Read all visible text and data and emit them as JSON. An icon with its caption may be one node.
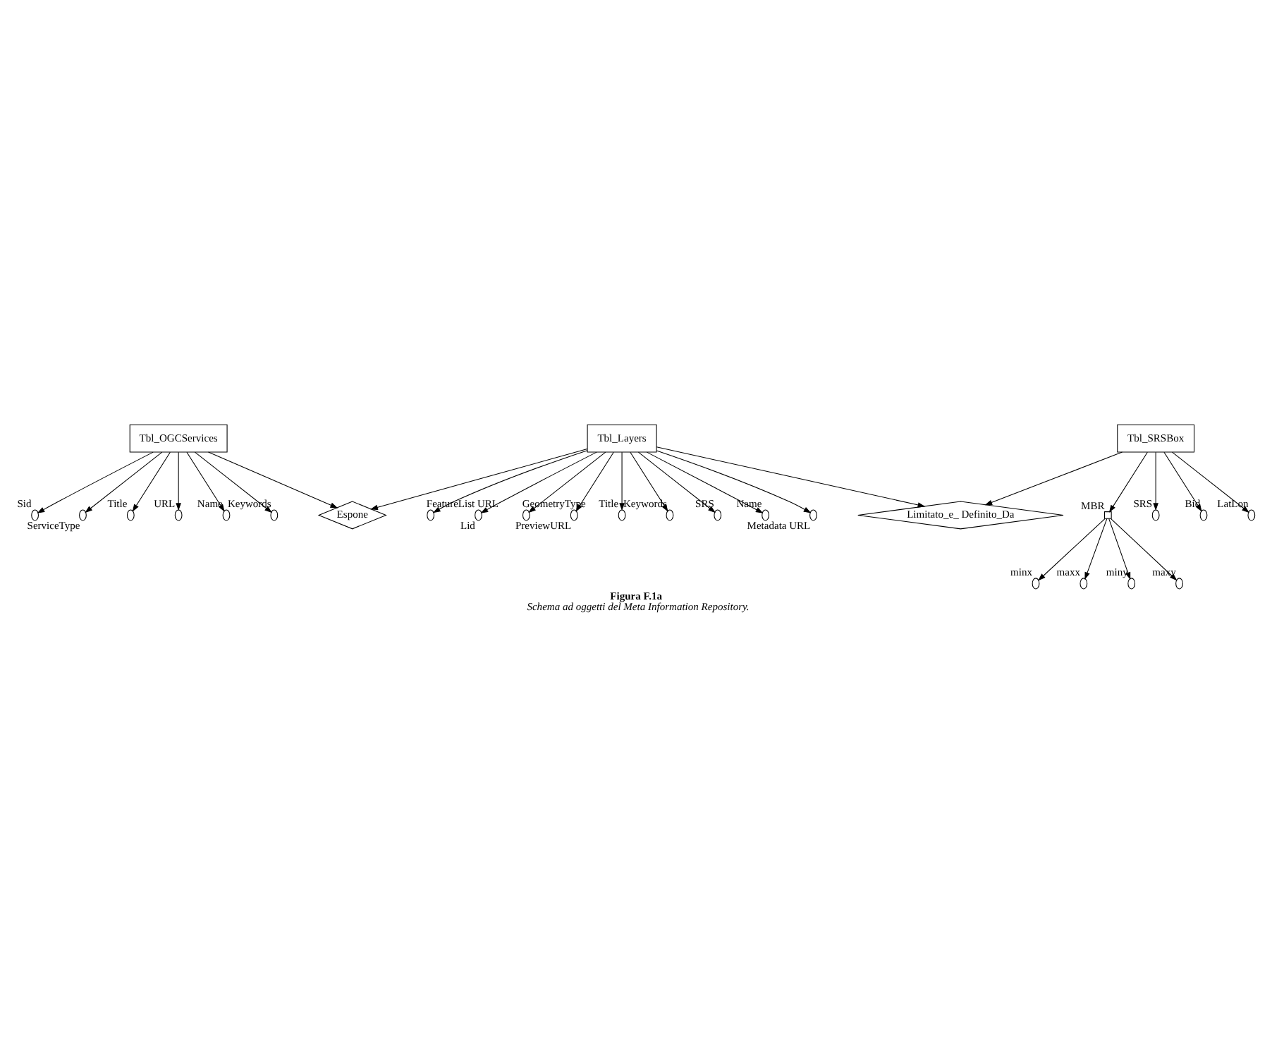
{
  "diagram": {
    "title": "Figura F.1a",
    "caption": "Schema ad oggetti del Meta Information Repository.",
    "nodes": [
      {
        "text": [
          "Tbl_OGCServices"
        ]
      },
      {
        "text": [],
        "shape": "ellipse",
        "beside": [
          "Sid"
        ]
      },
      {
        "text": [],
        "shape": "ellipse",
        "beside": [
          "ServiceType"
        ]
      },
      {
        "text": [],
        "shape": "ellipse",
        "beside": [
          "Title"
        ]
      },
      {
        "text": [],
        "shape": "ellipse",
        "beside": [
          "URL"
        ]
      },
      {
        "text": [],
        "shape": "ellipse",
        "beside": [
          "Name"
        ]
      },
      {
        "text": [],
        "shape": "ellipse",
        "beside": [
          "Keywords"
        ]
      },
      {
        "text": [
          "Espone"
        ]
      },
      {
        "text": [
          "Tbl_Layers"
        ]
      },
      {
        "text": [],
        "shape": "ellipse",
        "beside": [
          "FeatureList URL"
        ]
      },
      {
        "text": [],
        "shape": "ellipse",
        "beside": [
          "Lid"
        ]
      },
      {
        "text": [],
        "shape": "ellipse",
        "beside": [
          "GeometryType"
        ]
      },
      {
        "text": [],
        "shape": "ellipse",
        "beside": [
          "PreviewURL"
        ]
      },
      {
        "text": [],
        "shape": "ellipse",
        "beside": [
          "Title"
        ]
      },
      {
        "text": [],
        "shape": "ellipse",
        "beside": [
          "Keywords"
        ]
      },
      {
        "text": [],
        "shape": "ellipse",
        "beside": [
          "SRS"
        ]
      },
      {
        "text": [],
        "shape": "ellipse",
        "beside": [
          "Name"
        ]
      },
      {
        "text": [],
        "shape": "ellipse",
        "beside": [
          "Metadata URL"
        ]
      },
      {
        "text": [
          "Limitato_e_ Definito_Da"
        ]
      },
      {
        "text": [],
        "shape": "box",
        "beside": [
          "MBR"
        ]
      },
      {
        "text": [],
        "shape": "ellipse",
        "beside": [
          "minx"
        ]
      },
      {
        "text": [],
        "shape": "ellipse",
        "beside": [
          "maxx"
        ]
      },
      {
        "text": [],
        "shape": "ellipse",
        "beside": [
          "miny"
        ]
      },
      {
        "text": [],
        "shape": "ellipse",
        "beside": [
          "maxy"
        ]
      },
      {
        "text": [
          "Tbl_SRSBox"
        ]
      },
      {
        "text": [],
        "shape": "ellipse",
        "beside": [
          "SRS"
        ]
      },
      {
        "text": [],
        "shape": "ellipse",
        "beside": [
          "Bid"
        ]
      },
      {
        "text": [],
        "shape": "ellipse",
        "beside": [
          "LatLon"
        ]
      }
    ],
    "edges": [
      {
        "from": 0,
        "to": 1,
        "arrow": "to"
      },
      {
        "from": 0,
        "to": 2,
        "arrow": "to"
      },
      {
        "from": 0,
        "to": 3,
        "arrow": "to"
      },
      {
        "from": 0,
        "to": 4,
        "arrow": "to"
      },
      {
        "from": 0,
        "to": 5,
        "arrow": "to"
      },
      {
        "from": 0,
        "to": 6,
        "arrow": "to"
      },
      {
        "from": 0,
        "to": 7,
        "arrow": "to"
      },
      {
        "from": 8,
        "to": 7,
        "arrow": "to"
      },
      {
        "from": 8,
        "to": 9,
        "arrow": "to"
      },
      {
        "from": 8,
        "to": 10,
        "arrow": "to"
      },
      {
        "from": 8,
        "to": 11,
        "arrow": "to"
      },
      {
        "from": 8,
        "to": 12,
        "arrow": "to"
      },
      {
        "from": 8,
        "to": 13,
        "arrow": "to"
      },
      {
        "from": 8,
        "to": 14,
        "arrow": "to"
      },
      {
        "from": 8,
        "to": 15,
        "arrow": "to"
      },
      {
        "from": 8,
        "to": 16,
        "arrow": "to"
      },
      {
        "from": 8,
        "to": 17,
        "arrow": "to"
      },
      {
        "from": 8,
        "to": 18,
        "arrow": "to"
      },
      {
        "from": 24,
        "to": 18,
        "arrow": "to"
      },
      {
        "from": 24,
        "to": 19,
        "arrow": "to"
      },
      {
        "from": 19,
        "to": 20,
        "arrow": "to"
      },
      {
        "from": 19,
        "to": 21,
        "arrow": "to"
      },
      {
        "from": 19,
        "to": 22,
        "arrow": "to"
      },
      {
        "from": 19,
        "to": 23,
        "arrow": "to"
      },
      {
        "from": 24,
        "to": 25,
        "arrow": "to"
      },
      {
        "from": 24,
        "to": 26,
        "arrow": "to"
      },
      {
        "from": 24,
        "to": 27,
        "arrow": "to"
      }
    ]
  }
}
